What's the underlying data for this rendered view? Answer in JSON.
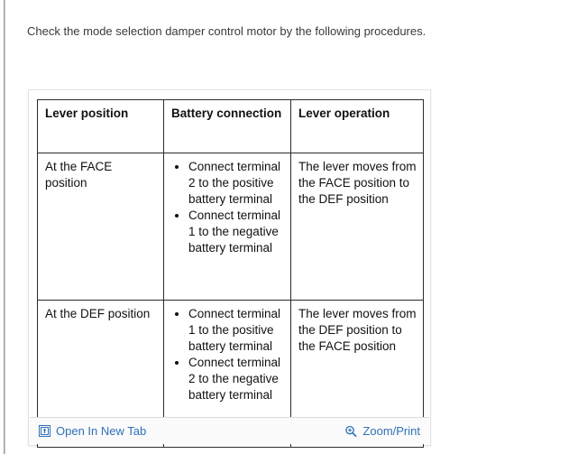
{
  "page": {
    "intro_text": "Check the mode selection damper control motor by the following procedures."
  },
  "figure": {
    "table": {
      "headers": [
        "Lever position",
        "Battery\nconnection",
        "Lever operation"
      ],
      "header_col1": "Lever position",
      "header_col2": "Battery connection",
      "header_col3": "Lever operation",
      "rows": [
        {
          "lever_position": "At the FACE position",
          "battery_connection": [
            "Connect terminal 2 to the positive battery terminal",
            "Connect terminal 1 to the negative battery terminal"
          ],
          "lever_operation": "The lever moves from the FACE position to the DEF position"
        },
        {
          "lever_position": "At the DEF position",
          "battery_connection": [
            "Connect terminal 1 to the positive battery terminal",
            "Connect terminal 2 to the negative battery terminal"
          ],
          "lever_operation": "The lever moves from the DEF position to the FACE position"
        }
      ]
    },
    "footer": {
      "open_new_tab_label": "Open In New Tab",
      "open_new_tab_icon": "external-link-icon",
      "zoom_print_label": "Zoom/Print",
      "zoom_print_icon": "magnifier-plus-icon",
      "link_color": "#2f6fb5"
    }
  },
  "colors": {
    "text": "#333333",
    "table_border": "#2b2b2b",
    "container_border": "#e2e2e2",
    "footer_background": "#fbfbfb",
    "link": "#2f6fb5"
  }
}
